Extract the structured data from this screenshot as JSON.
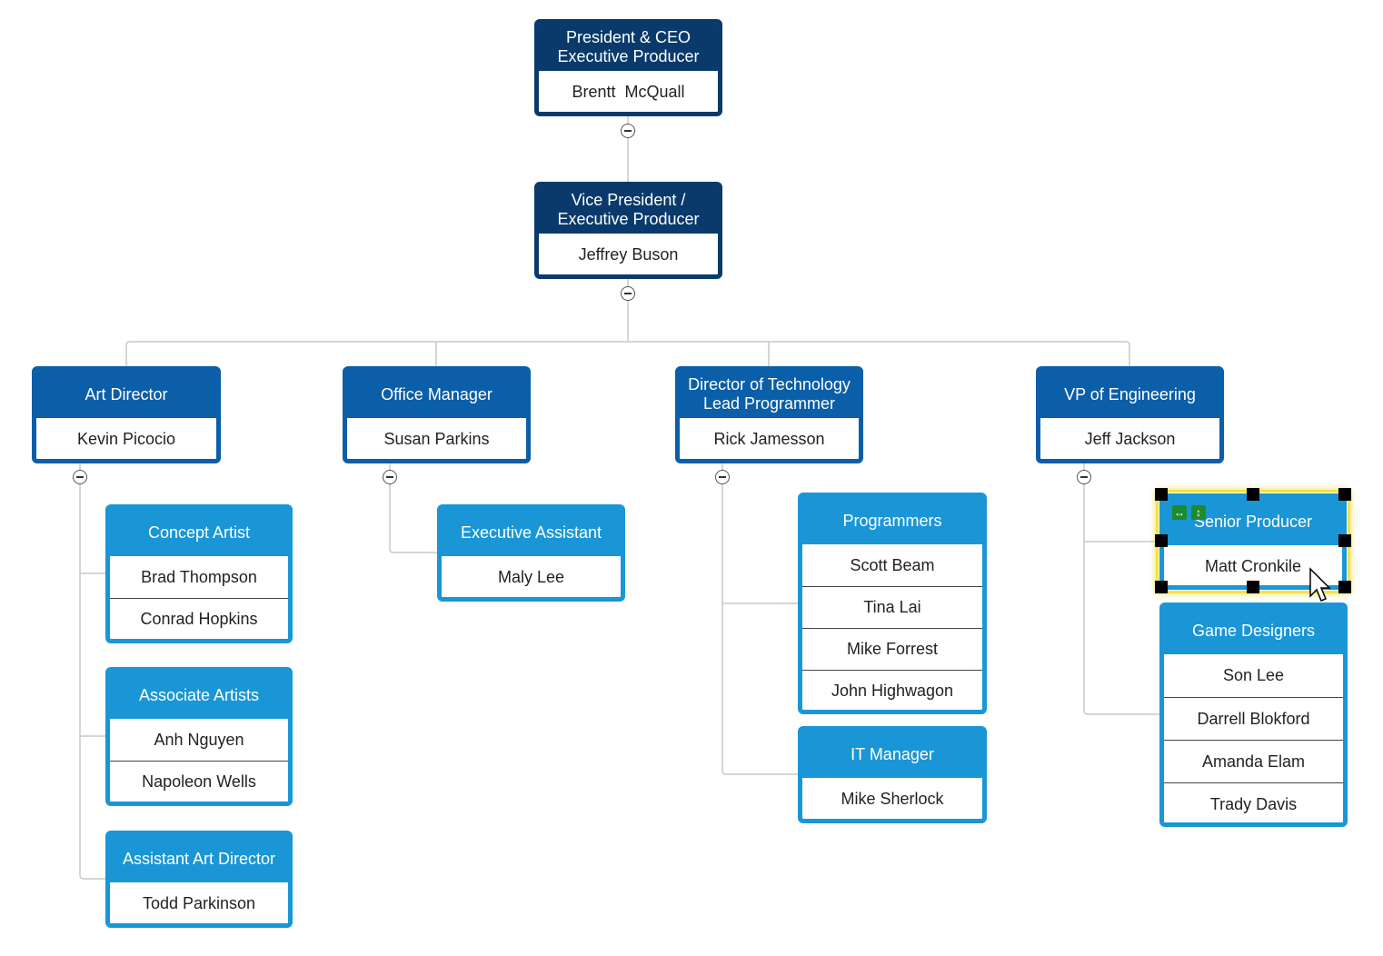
{
  "diagram": {
    "nodes": {
      "ceo": {
        "title": "President & CEO\nExecutive Producer",
        "names": [
          "Brentt  McQuall"
        ]
      },
      "vp": {
        "title": "Vice President /\nExecutive Producer",
        "names": [
          "Jeffrey Buson"
        ]
      },
      "art_director": {
        "title": "Art Director",
        "names": [
          "Kevin Picocio"
        ]
      },
      "office_manager": {
        "title": "Office Manager",
        "names": [
          "Susan Parkins"
        ]
      },
      "dir_tech": {
        "title": "Director of Technology\nLead Programmer",
        "names": [
          "Rick Jamesson"
        ]
      },
      "vp_eng": {
        "title": "VP of Engineering",
        "names": [
          "Jeff Jackson"
        ]
      },
      "concept_artist": {
        "title": "Concept Artist",
        "names": [
          "Brad Thompson",
          "Conrad Hopkins"
        ]
      },
      "associate_artists": {
        "title": "Associate Artists",
        "names": [
          "Anh Nguyen",
          "Napoleon Wells"
        ]
      },
      "asst_art_director": {
        "title": "Assistant Art Director",
        "names": [
          "Todd Parkinson"
        ]
      },
      "exec_assistant": {
        "title": "Executive Assistant",
        "names": [
          "Maly Lee"
        ]
      },
      "programmers": {
        "title": "Programmers",
        "names": [
          "Scott Beam",
          "Tina Lai",
          "Mike Forrest",
          "John Highwagon"
        ]
      },
      "it_manager": {
        "title": "IT Manager",
        "names": [
          "Mike Sherlock"
        ]
      },
      "senior_producer": {
        "title": "Senior Producer",
        "names": [
          "Matt Cronkile"
        ]
      },
      "game_designers": {
        "title": "Game Designers",
        "names": [
          "Son Lee",
          "Darrell Blokford",
          "Amanda Elam",
          "Trady Davis"
        ]
      }
    },
    "selected_node": "senior_producer",
    "colors": {
      "executive": "#0a3a6b",
      "director": "#0b5ea8",
      "team": "#1a96d6",
      "connector": "#c8c8c8",
      "selection": "#f2e24a"
    }
  }
}
